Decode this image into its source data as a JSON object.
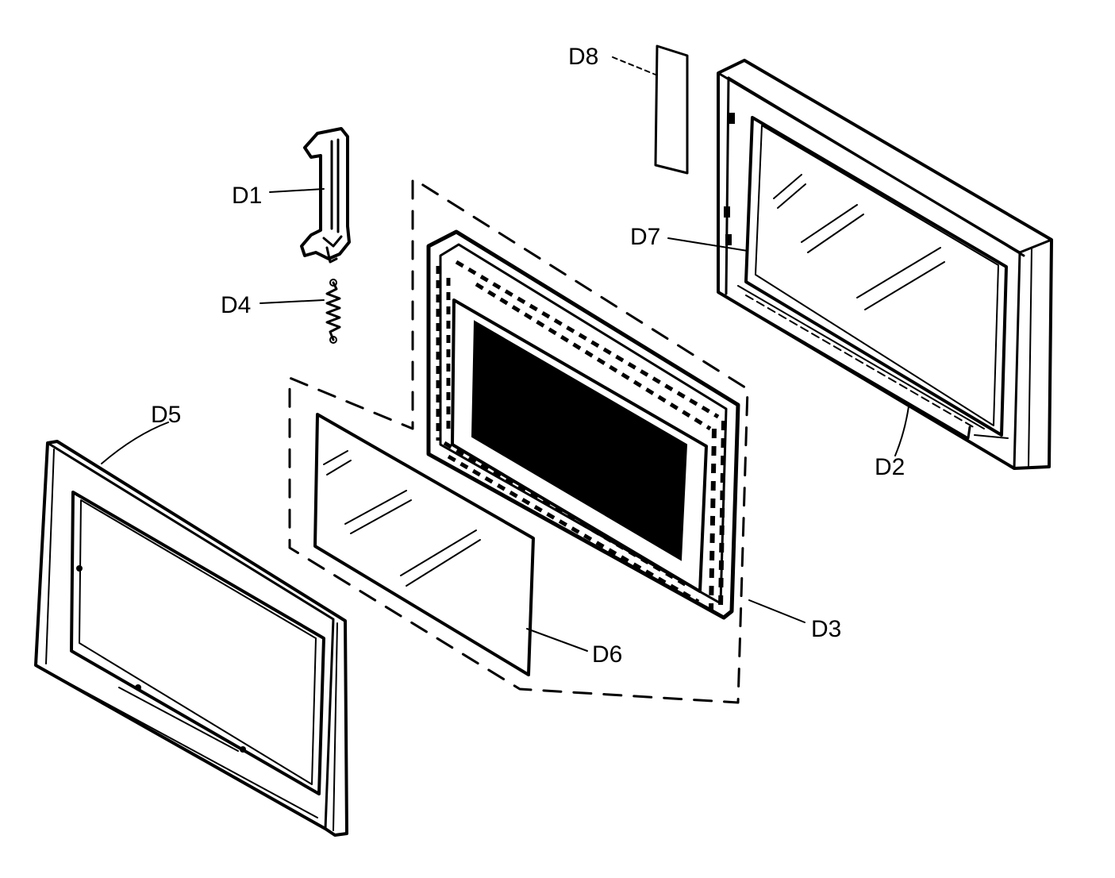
{
  "diagram": {
    "type": "exploded-parts-view",
    "labels": {
      "d1": "D1",
      "d2": "D2",
      "d3": "D3",
      "d4": "D4",
      "d5": "D5",
      "d6": "D6",
      "d7": "D7",
      "d8": "D8"
    }
  }
}
